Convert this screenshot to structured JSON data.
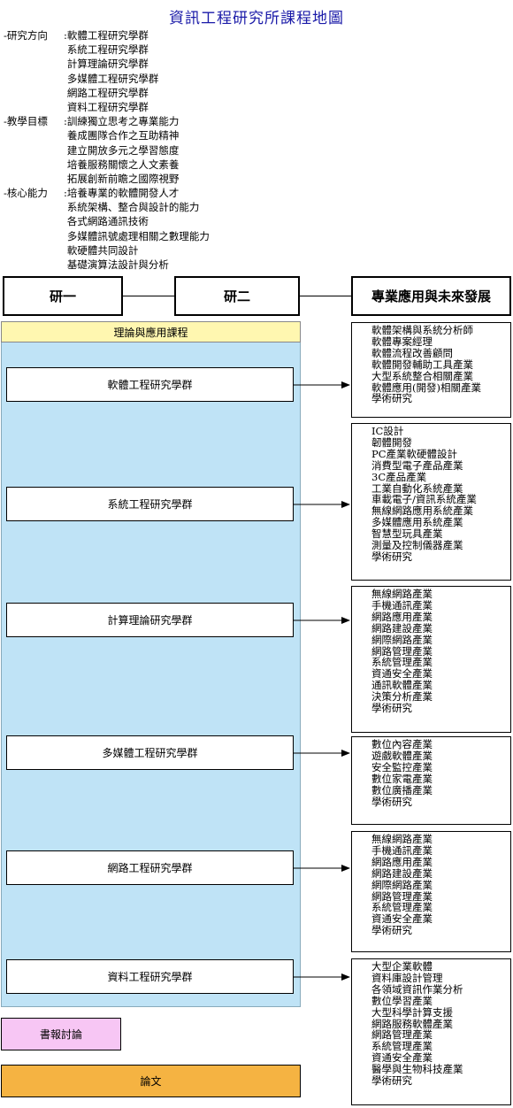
{
  "title": "資訊工程研究所課程地圖",
  "intro": [
    {
      "label": "-研究方向",
      "items": [
        "軟體工程研究學群",
        "系統工程研究學群",
        "計算理論研究學群",
        "多媒體工程研究學群",
        "網路工程研究學群",
        "資料工程研究學群"
      ]
    },
    {
      "label": "-教學目標",
      "items": [
        "訓練獨立思考之專業能力",
        "養成團隊合作之互助精神",
        "建立開放多元之學習態度",
        "培養服務關懷之人文素養",
        "拓展創新前瞻之國際視野"
      ]
    },
    {
      "label": "-核心能力",
      "items": [
        "培養專業的軟體開發人才",
        "系統架構、整合與設計的能力",
        "各式網路通訊技術",
        "多媒體訊號處理相關之數理能力",
        "軟硬體共同設計",
        "基礎演算法設計與分析"
      ]
    }
  ],
  "header": {
    "year1": "研一",
    "year2": "研二",
    "future": "專業應用與未來發展"
  },
  "panel_title": "理論與應用課程",
  "groups": [
    "軟體工程研究學群",
    "系統工程研究學群",
    "計算理論研究學群",
    "多媒體工程研究學群",
    "網路工程研究學群",
    "資料工程研究學群"
  ],
  "industries": [
    [
      "軟體架構與系統分析師",
      "軟體專案經理",
      "軟體流程改善顧問",
      "軟體開發輔助工具產業",
      "大型系統整合相關產業",
      "軟體應用(開發)相關產業",
      "學術研究"
    ],
    [
      "IC設計",
      "韌體開發",
      "PC產業軟硬體設計",
      "消費型電子產品產業",
      "3C產品產業",
      "工業自動化系統產業",
      "車載電子/資訊系統產業",
      "無線網路應用系統產業",
      "多媒體應用系統產業",
      "智慧型玩具產業",
      "測量及控制儀器產業",
      "學術研究"
    ],
    [
      "無線網路產業",
      "手機通訊產業",
      "網路應用產業",
      "網路建設產業",
      "網際網路產業",
      "網路管理產業",
      "系統管理產業",
      "資通安全產業",
      "通訊軟體產業",
      "決策分析產業",
      "學術研究"
    ],
    [
      "數位內容產業",
      "遊戲軟體產業",
      "安全監控產業",
      "數位家電產業",
      "數位廣播產業",
      "學術研究"
    ],
    [
      "無線網路產業",
      "手機通訊產業",
      "網路應用產業",
      "網路建設產業",
      "網際網路產業",
      "網路管理產業",
      "系統管理產業",
      "資通安全產業",
      "學術研究"
    ],
    [
      "大型企業軟體",
      "資料庫設計管理",
      "各領域資訊作業分析",
      "數位學習產業",
      "大型科學計算支援",
      "網路服務軟體產業",
      "網路管理產業",
      "系統管理產業",
      "資通安全產業",
      "醫學與生物科技產業",
      "學術研究"
    ]
  ],
  "seminar": "書報討論",
  "thesis": "論文"
}
